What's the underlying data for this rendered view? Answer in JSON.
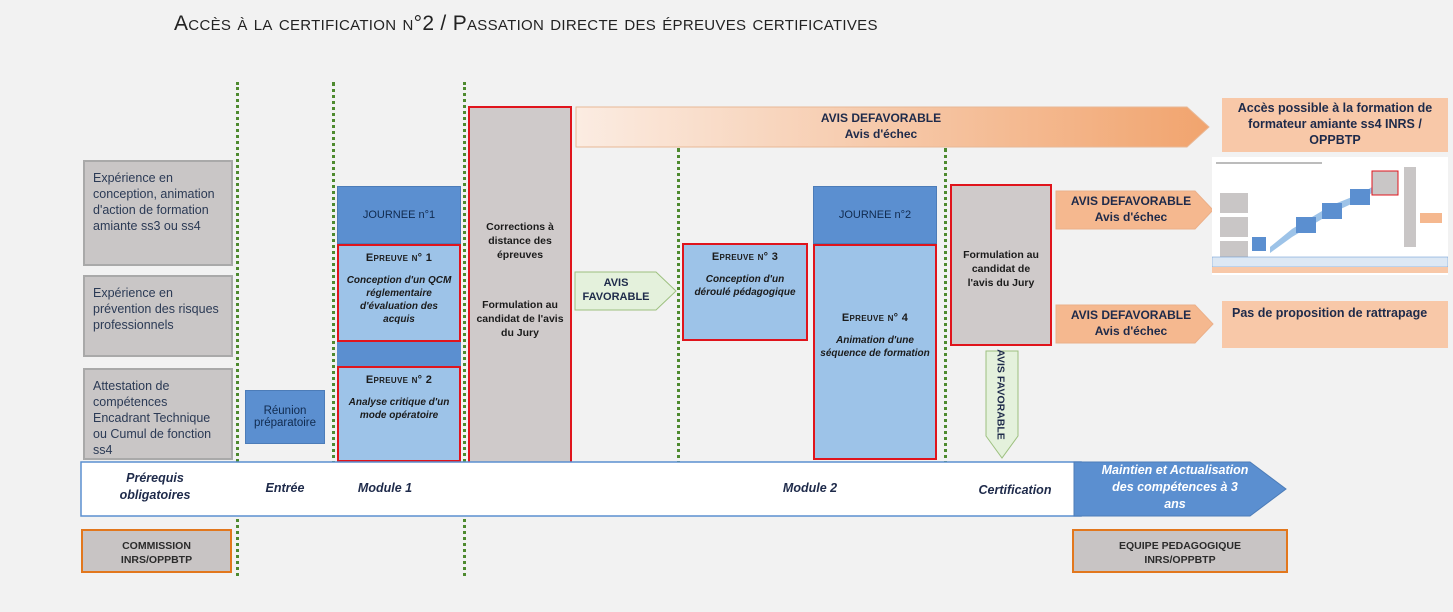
{
  "title": "Accès à la certification n°2 / Passation directe des épreuves certificatives",
  "prerequis": [
    "Expérience en conception, animation d'action de formation amiante ss3 ou ss4",
    "Expérience en prévention des risques professionnels",
    "Attestation de compétences Encadrant Technique ou Cumul de fonction ss4"
  ],
  "reunion": "Réunion préparatoire",
  "journee1": "JOURNEE n°1",
  "journee2": "JOURNEE n°2",
  "epreuve1": {
    "head": "Epreuve n° 1",
    "body": "Conception d'un QCM réglementaire d'évaluation des acquis"
  },
  "epreuve2": {
    "head": "Epreuve n° 2",
    "body": "Analyse critique d'un mode opératoire"
  },
  "epreuve3": {
    "head": "Epreuve n° 3",
    "body": "Conception d'un déroulé pédagogique"
  },
  "epreuve4": {
    "head": "Epreuve n° 4",
    "body": "Animation d'une séquence de formation"
  },
  "corrections": {
    "line1": "Corrections à distance des épreuves",
    "line2": "Formulation au candidat de l'avis du Jury"
  },
  "formulation2": "Formulation au candidat de l'avis du Jury",
  "avis_favorable": "AVIS FAVORABLE",
  "avis_defavorable": "AVIS DEFAVORABLE",
  "avis_echec": "Avis d'échec",
  "acces_formation": "Accès possible à la formation de formateur amiante ss4 INRS / OPPBTP",
  "pas_rattrapage": "Pas de proposition de rattrapage",
  "bottom_band": {
    "prerequis": "Prérequis obligatoires",
    "entree": "Entrée",
    "module1": "Module 1",
    "module2": "Module 2",
    "certification": "Certification",
    "maintien": "Maintien et Actualisation des compétences à 3 ans"
  },
  "commission": "COMMISSION INRS/OPPBTP",
  "equipe": "EQUIPE PEDAGOGIQUE INRS/OPPBTP",
  "colors": {
    "red": "#e0141c",
    "orange": "#e2771d",
    "green": "#4e8a2f",
    "blue": "#5b8fd0",
    "lightblue": "#9dc3e8"
  }
}
